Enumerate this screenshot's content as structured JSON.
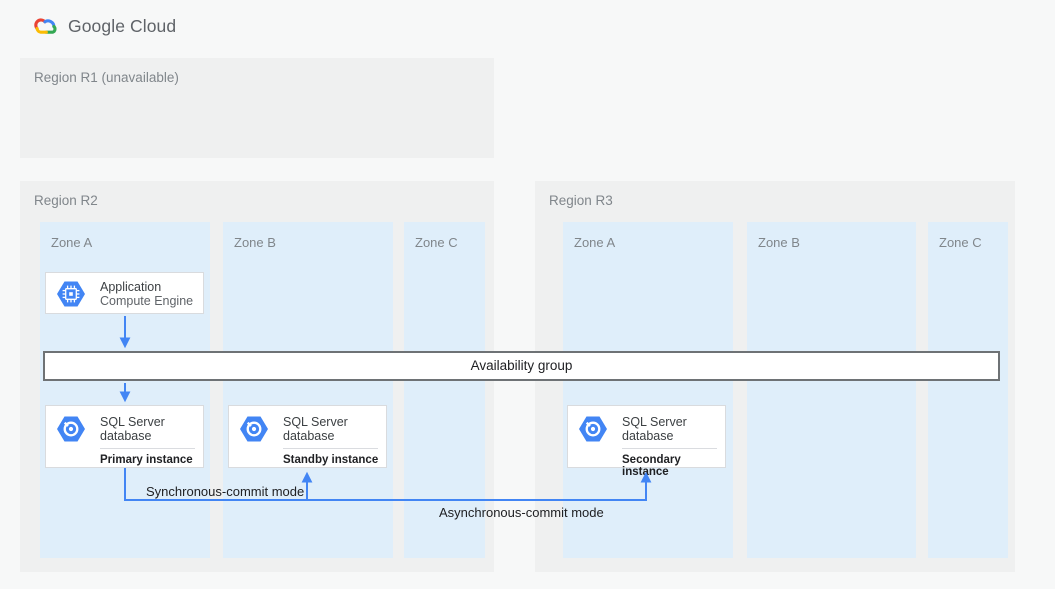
{
  "header": {
    "logo_text": "Google Cloud"
  },
  "regions": [
    {
      "label": "Region R1 (unavailable)",
      "zones": []
    },
    {
      "label": "Region R2",
      "zones": [
        "Zone A",
        "Zone B",
        "Zone C"
      ]
    },
    {
      "label": "Region R3",
      "zones": [
        "Zone A",
        "Zone B",
        "Zone C"
      ]
    }
  ],
  "nodes": {
    "application": {
      "title": "Application",
      "subtitle": "Compute Engine",
      "icon": "compute-engine-icon"
    },
    "primary_db": {
      "title": "SQL Server database",
      "instance": "Primary instance",
      "icon": "sql-server-icon"
    },
    "standby_db": {
      "title": "SQL Server database",
      "instance": "Standby instance",
      "icon": "sql-server-icon"
    },
    "secondary_db": {
      "title": "SQL Server database",
      "instance": "Secondary instance",
      "icon": "sql-server-icon"
    }
  },
  "availability_group": {
    "label": "Availability group"
  },
  "connections": {
    "sync_label": "Synchronous-commit mode",
    "async_label": "Asynchronous-commit mode"
  },
  "colors": {
    "arrow_blue": "#4285F4",
    "hexagon_blue": "#4285F4",
    "zone_fill": "#DFEEFA",
    "region_fill": "#EFF0F0",
    "logo_red": "#EA4335",
    "logo_blue": "#4285F4",
    "logo_yellow": "#FBBC04",
    "logo_green": "#34A853"
  }
}
